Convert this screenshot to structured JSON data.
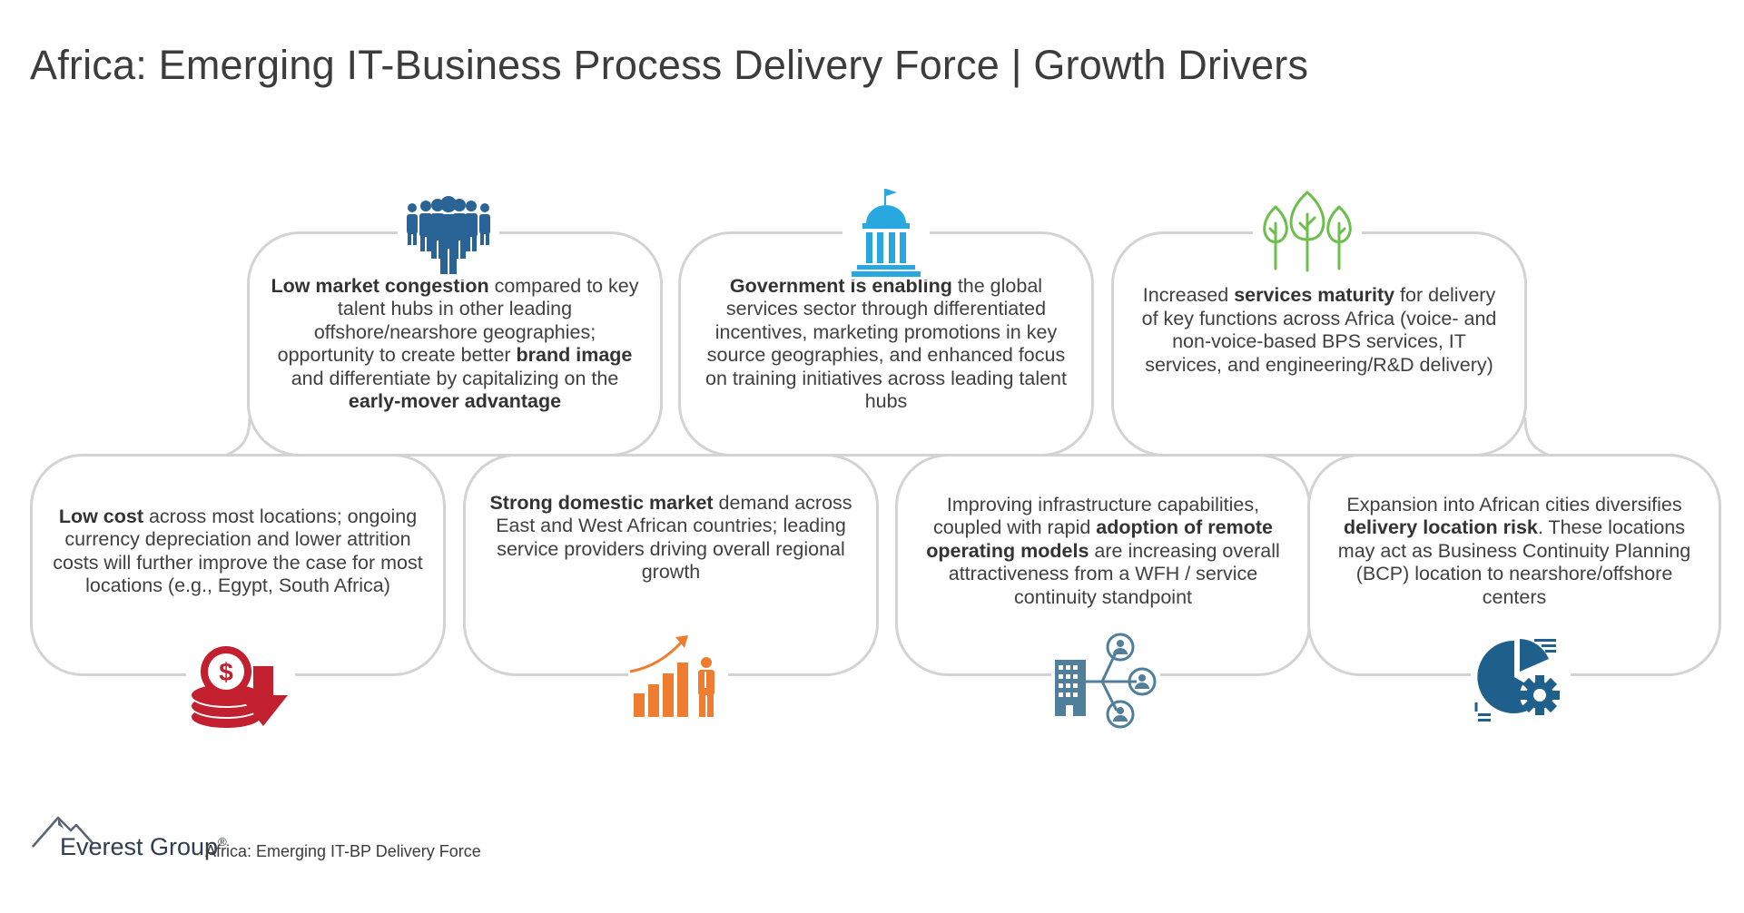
{
  "title": "Africa: Emerging IT-Business Process Delivery Force | Growth Drivers",
  "cards": [
    {
      "id": "congestion",
      "icon": "people-group-icon",
      "segments": [
        {
          "t": "Low market congestion",
          "b": true
        },
        {
          "t": " compared to key talent hubs in other leading offshore/nearshore geographies; opportunity to create better ",
          "b": false
        },
        {
          "t": "brand image",
          "b": true
        },
        {
          "t": " and differentiate by capitalizing on the ",
          "b": false
        },
        {
          "t": "early-mover advantage",
          "b": true
        }
      ]
    },
    {
      "id": "government",
      "icon": "government-building-icon",
      "segments": [
        {
          "t": "Government is enabling",
          "b": true
        },
        {
          "t": " the global services sector through differentiated incentives, marketing promotions in key source geographies, and enhanced focus on training initiatives across leading talent hubs",
          "b": false
        }
      ]
    },
    {
      "id": "maturity",
      "icon": "trees-icon",
      "segments": [
        {
          "t": "Increased ",
          "b": false
        },
        {
          "t": "services maturity",
          "b": true
        },
        {
          "t": " for delivery of key functions across Africa (voice- and non-voice-based BPS services, IT services, and engineering/R&D delivery)",
          "b": false
        }
      ]
    },
    {
      "id": "lowcost",
      "icon": "coins-down-icon",
      "segments": [
        {
          "t": "Low cost",
          "b": true
        },
        {
          "t": " across most locations; ongoing currency depreciation and lower attrition costs will further improve the case for most locations (e.g., Egypt, South Africa)",
          "b": false
        }
      ]
    },
    {
      "id": "domestic",
      "icon": "growth-chart-person-icon",
      "segments": [
        {
          "t": "Strong domestic market",
          "b": true
        },
        {
          "t": " demand across East and West African countries; leading service providers driving overall regional growth",
          "b": false
        }
      ]
    },
    {
      "id": "infrastructure",
      "icon": "building-network-icon",
      "segments": [
        {
          "t": "Improving infrastructure capabilities, coupled with rapid ",
          "b": false
        },
        {
          "t": "adoption of remote operating models",
          "b": true
        },
        {
          "t": " are increasing overall attractiveness from a WFH / service continuity standpoint",
          "b": false
        }
      ]
    },
    {
      "id": "expansion",
      "icon": "pie-gear-icon",
      "segments": [
        {
          "t": "Expansion into African cities diversifies ",
          "b": false
        },
        {
          "t": "delivery location risk",
          "b": true
        },
        {
          "t": ". These locations may act as Business Continuity Planning (BCP) location to nearshore/offshore centers",
          "b": false
        }
      ]
    }
  ],
  "colors": {
    "border": "#d3d3d3",
    "people": "#2a6496",
    "government": "#29a8e0",
    "trees": "#6cbf4b",
    "coins": "#c3202f",
    "growth": "#ee7d31",
    "network": "#4f7f9a",
    "piegear": "#1e5f8c"
  },
  "footer": {
    "brand": "Everest Group",
    "registered": "®",
    "caption": "Africa: Emerging IT-BP Delivery Force"
  }
}
